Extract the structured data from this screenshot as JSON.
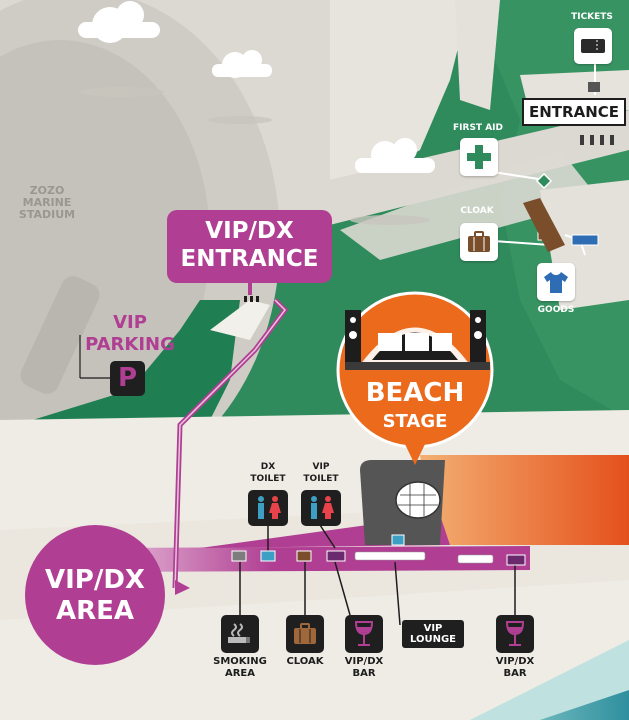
{
  "stadium": {
    "label": "ZOZO\nMARINE\nSTADIUM"
  },
  "vip_dx_entrance": {
    "line1": "VIP/DX",
    "line2": "ENTRANCE",
    "color": "#b03f93"
  },
  "vip_parking": {
    "line1": "VIP",
    "line2": "PARKING",
    "icon_text": "P"
  },
  "beach_stage": {
    "line1": "BEACH",
    "line2": "STAGE",
    "color": "#ec6a1c"
  },
  "vip_dx_area": {
    "line1": "VIP/DX",
    "line2": "AREA"
  },
  "tickets": {
    "label": "TICKETS"
  },
  "entrance": {
    "label": "ENTRANCE"
  },
  "first_aid": {
    "label": "FIRST AID"
  },
  "cloak_top": {
    "label": "CLOAK"
  },
  "goods": {
    "label": "GOODS"
  },
  "dx_toilet": {
    "line1": "DX",
    "line2": "TOILET"
  },
  "vip_toilet": {
    "line1": "VIP",
    "line2": "TOILET"
  },
  "bottom": {
    "smoking": {
      "line1": "SMOKING",
      "line2": "AREA"
    },
    "cloak": {
      "label": "CLOAK"
    },
    "vip_dx_bar_1": {
      "line1": "VIP/DX",
      "line2": "BAR"
    },
    "vip_lounge": {
      "line1": "VIP",
      "line2": "LOUNGE"
    },
    "vip_dx_bar_2": {
      "line1": "VIP/DX",
      "line2": "BAR"
    }
  },
  "colors": {
    "green": "#2f8a5c",
    "magenta": "#b03f93",
    "orange": "#ec6a1c",
    "teal": "#3fa1a8"
  }
}
